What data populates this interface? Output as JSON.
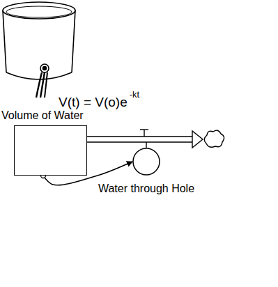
{
  "diagram": {
    "nodes": [
      {
        "text": [
          "Volume of Water"
        ]
      },
      {
        "text": [
          "Water through Hole"
        ]
      }
    ],
    "edges": [
      {
        "from": 0,
        "to": 1,
        "arrow": "to"
      }
    ],
    "labels": [
      "V(t) = V(o)e",
      "-kt"
    ]
  }
}
